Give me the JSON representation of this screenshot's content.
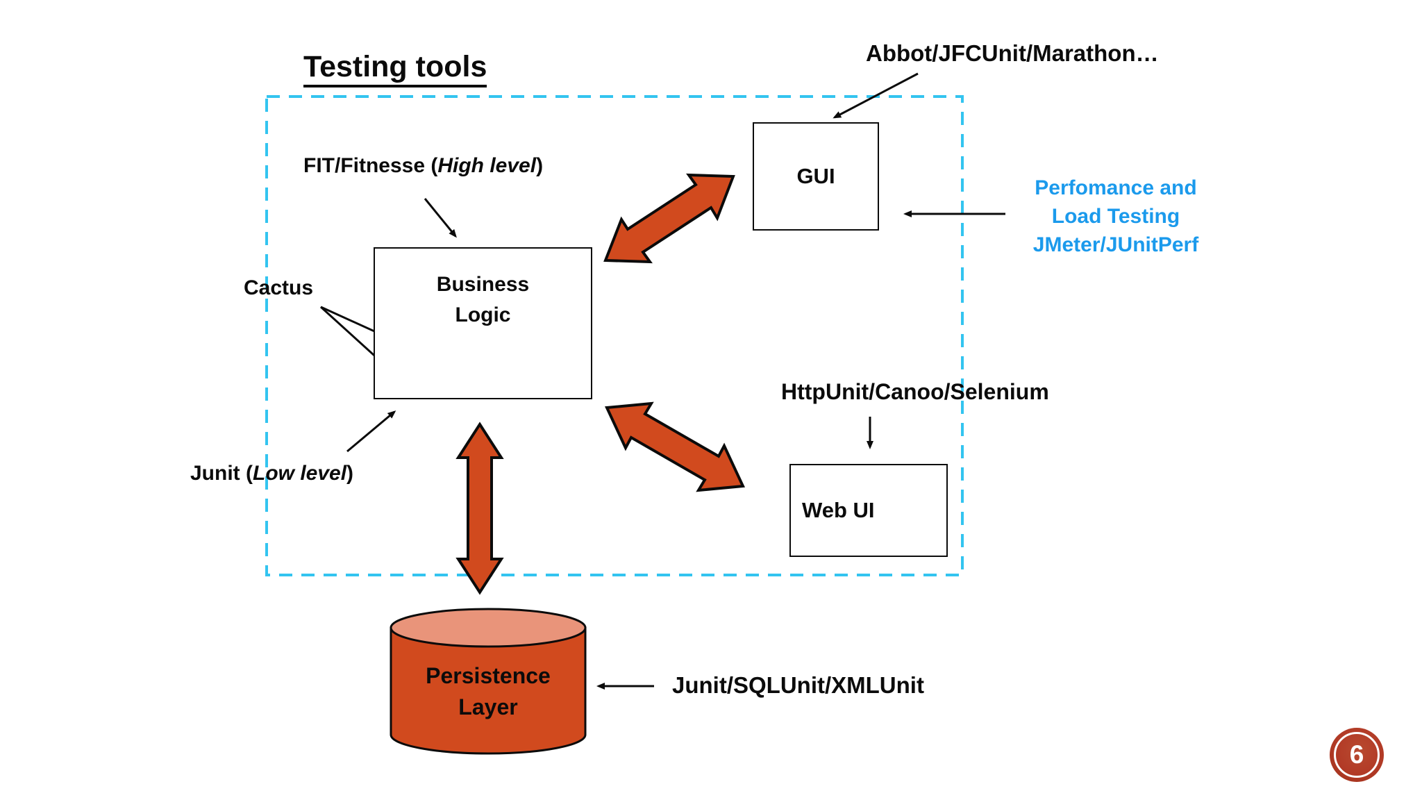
{
  "slide": {
    "title": "Testing tools",
    "page_number": "6",
    "colors": {
      "arrow_orange": "#D14A1E",
      "cylinder_top": "#E9947A",
      "dashed_border_cyan": "#33C4F0",
      "blue_text": "#1B9AEC",
      "badge_red": "#B23A26"
    }
  },
  "labels": {
    "abbot": "Abbot/JFCUnit/Marathon…",
    "fit": {
      "pre": "FIT/Fitnesse (",
      "em": "High level",
      "post": ")"
    },
    "cactus": "Cactus",
    "junit_low": {
      "pre": "Junit (",
      "em": "Low level",
      "post": ")"
    },
    "performance": {
      "line1": "Perfomance and",
      "line2": "Load Testing",
      "line3": "JMeter/JUnitPerf"
    },
    "httpunit": "HttpUnit/Canoo/Selenium",
    "junit_sql": "Junit/SQLUnit/XMLUnit"
  },
  "nodes": {
    "gui": "GUI",
    "business_logic": {
      "line1": "Business",
      "line2": "Logic"
    },
    "web_ui": "Web UI",
    "persistence": {
      "line1": "Persistence",
      "line2": "Layer"
    }
  }
}
